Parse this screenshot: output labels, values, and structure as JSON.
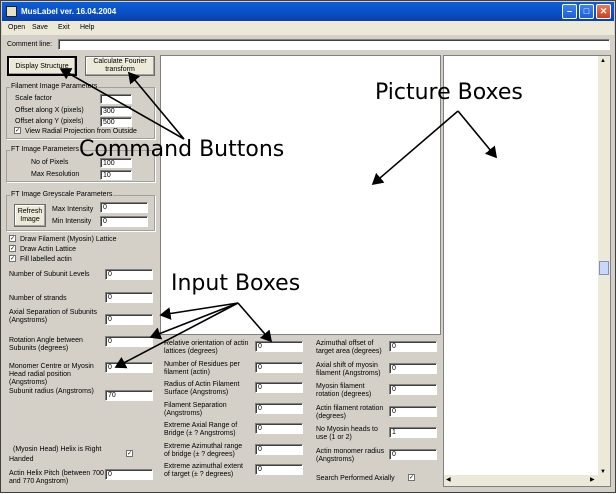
{
  "window": {
    "title": "MusLabel ver. 16.04.2004"
  },
  "menu": [
    "Open",
    "Save",
    "Exit",
    "Help"
  ],
  "comment": {
    "label": "Comment line:",
    "value": ""
  },
  "buttons": {
    "display_structure": "Display Structure",
    "calc_fourier_1": "Calculate Fourier",
    "calc_fourier_2": "transform",
    "refresh_1": "Refresh",
    "refresh_2": "Image"
  },
  "filament": {
    "title": "Filament Image Parameters",
    "scale_label": "Scale factor",
    "scale_value": "",
    "offx_label": "Offset along X (pixels)",
    "offx_value": "300",
    "offy_label": "Offset along Y (pixels)",
    "offy_value": "500",
    "radial_label": "View Radial Projection from Outside",
    "radial_checked": true
  },
  "ft": {
    "title": "FT Image Parameters",
    "pixels_label": "No of Pixels",
    "pixels_value": "100",
    "maxres_label": "Max Resolution",
    "maxres_value": "10"
  },
  "grey": {
    "title": "FT Image Greyscale Parameters",
    "max_label": "Max Intensity",
    "max_value": "0",
    "min_label": "Min Intensity",
    "min_value": "0"
  },
  "checks": {
    "myosin": "Draw Filament (Myosin) Lattice",
    "actin": "Draw Actin Lattice",
    "fill": "Fill labelled actin"
  },
  "left_fields": {
    "subunit_levels": {
      "label": "Number of Subunit Levels",
      "value": "0"
    },
    "strands": {
      "label": "Number of strands",
      "value": "0"
    },
    "axial_sep": {
      "label1": "Axial Separation of Subunits",
      "label2": "(Angstroms)",
      "value": "0"
    },
    "rotation": {
      "label1": "Rotation Angle between",
      "label2": "Subunits (degrees)",
      "value": "0"
    },
    "monomer": {
      "label1": "Monomer Centre or Myosin",
      "label2": "Head radial position",
      "label3": "(Angstroms)",
      "value": "0"
    },
    "subunit_radius": {
      "label": "Subunit radius (Angstroms)",
      "value": "70"
    },
    "helix_right": {
      "label1": "(Myosin Head) Helix is Right",
      "label2": "Handed",
      "checked": true
    },
    "actin_pitch": {
      "label1": "Actin Helix Pitch (between 700",
      "label2": "and 770 Angstrom)",
      "value": "0"
    }
  },
  "mid_fields": [
    {
      "l1": "Relative orientation of actin",
      "l2": "lattices (degrees)",
      "value": "0"
    },
    {
      "l1": "Number of Residues per",
      "l2": "filament (actin)",
      "value": "0"
    },
    {
      "l1": "Radius of Actin Filament",
      "l2": "Surface (Angstroms)",
      "value": "0"
    },
    {
      "l1": "Filament Separation",
      "l2": "(Angstroms)",
      "value": "0"
    },
    {
      "l1": "Extreme Axial Range of",
      "l2": "Bridge (± ? Angstroms)",
      "value": "0"
    },
    {
      "l1": "Extreme Azimuthal range",
      "l2": "of bridge (± ? degrees)",
      "value": "0"
    },
    {
      "l1": "Extreme azimuthal extent",
      "l2": "of target (± ? degrees)",
      "value": "0"
    }
  ],
  "right_fields": [
    {
      "l1": "Azimuthal offset of",
      "l2": "target area (degrees)",
      "value": "0"
    },
    {
      "l1": "Axial shift of myosin",
      "l2": "filament (Angstroms)",
      "value": "0"
    },
    {
      "l1": "Myosin filament",
      "l2": "rotation (degrees)",
      "value": "0"
    },
    {
      "l1": "Actin filament rotation",
      "l2": "(degrees)",
      "value": "0"
    },
    {
      "l1": "No Myosin heads to",
      "l2": "use (1 or 2)",
      "value": "1"
    },
    {
      "l1": "Actin monomer radius",
      "l2": "(Angstroms)",
      "value": "0"
    }
  ],
  "axially": {
    "label": "Search Performed Axially",
    "checked": true
  },
  "annotations": {
    "picture_boxes": "Picture Boxes",
    "command_buttons": "Command Buttons",
    "input_boxes": "Input Boxes"
  }
}
